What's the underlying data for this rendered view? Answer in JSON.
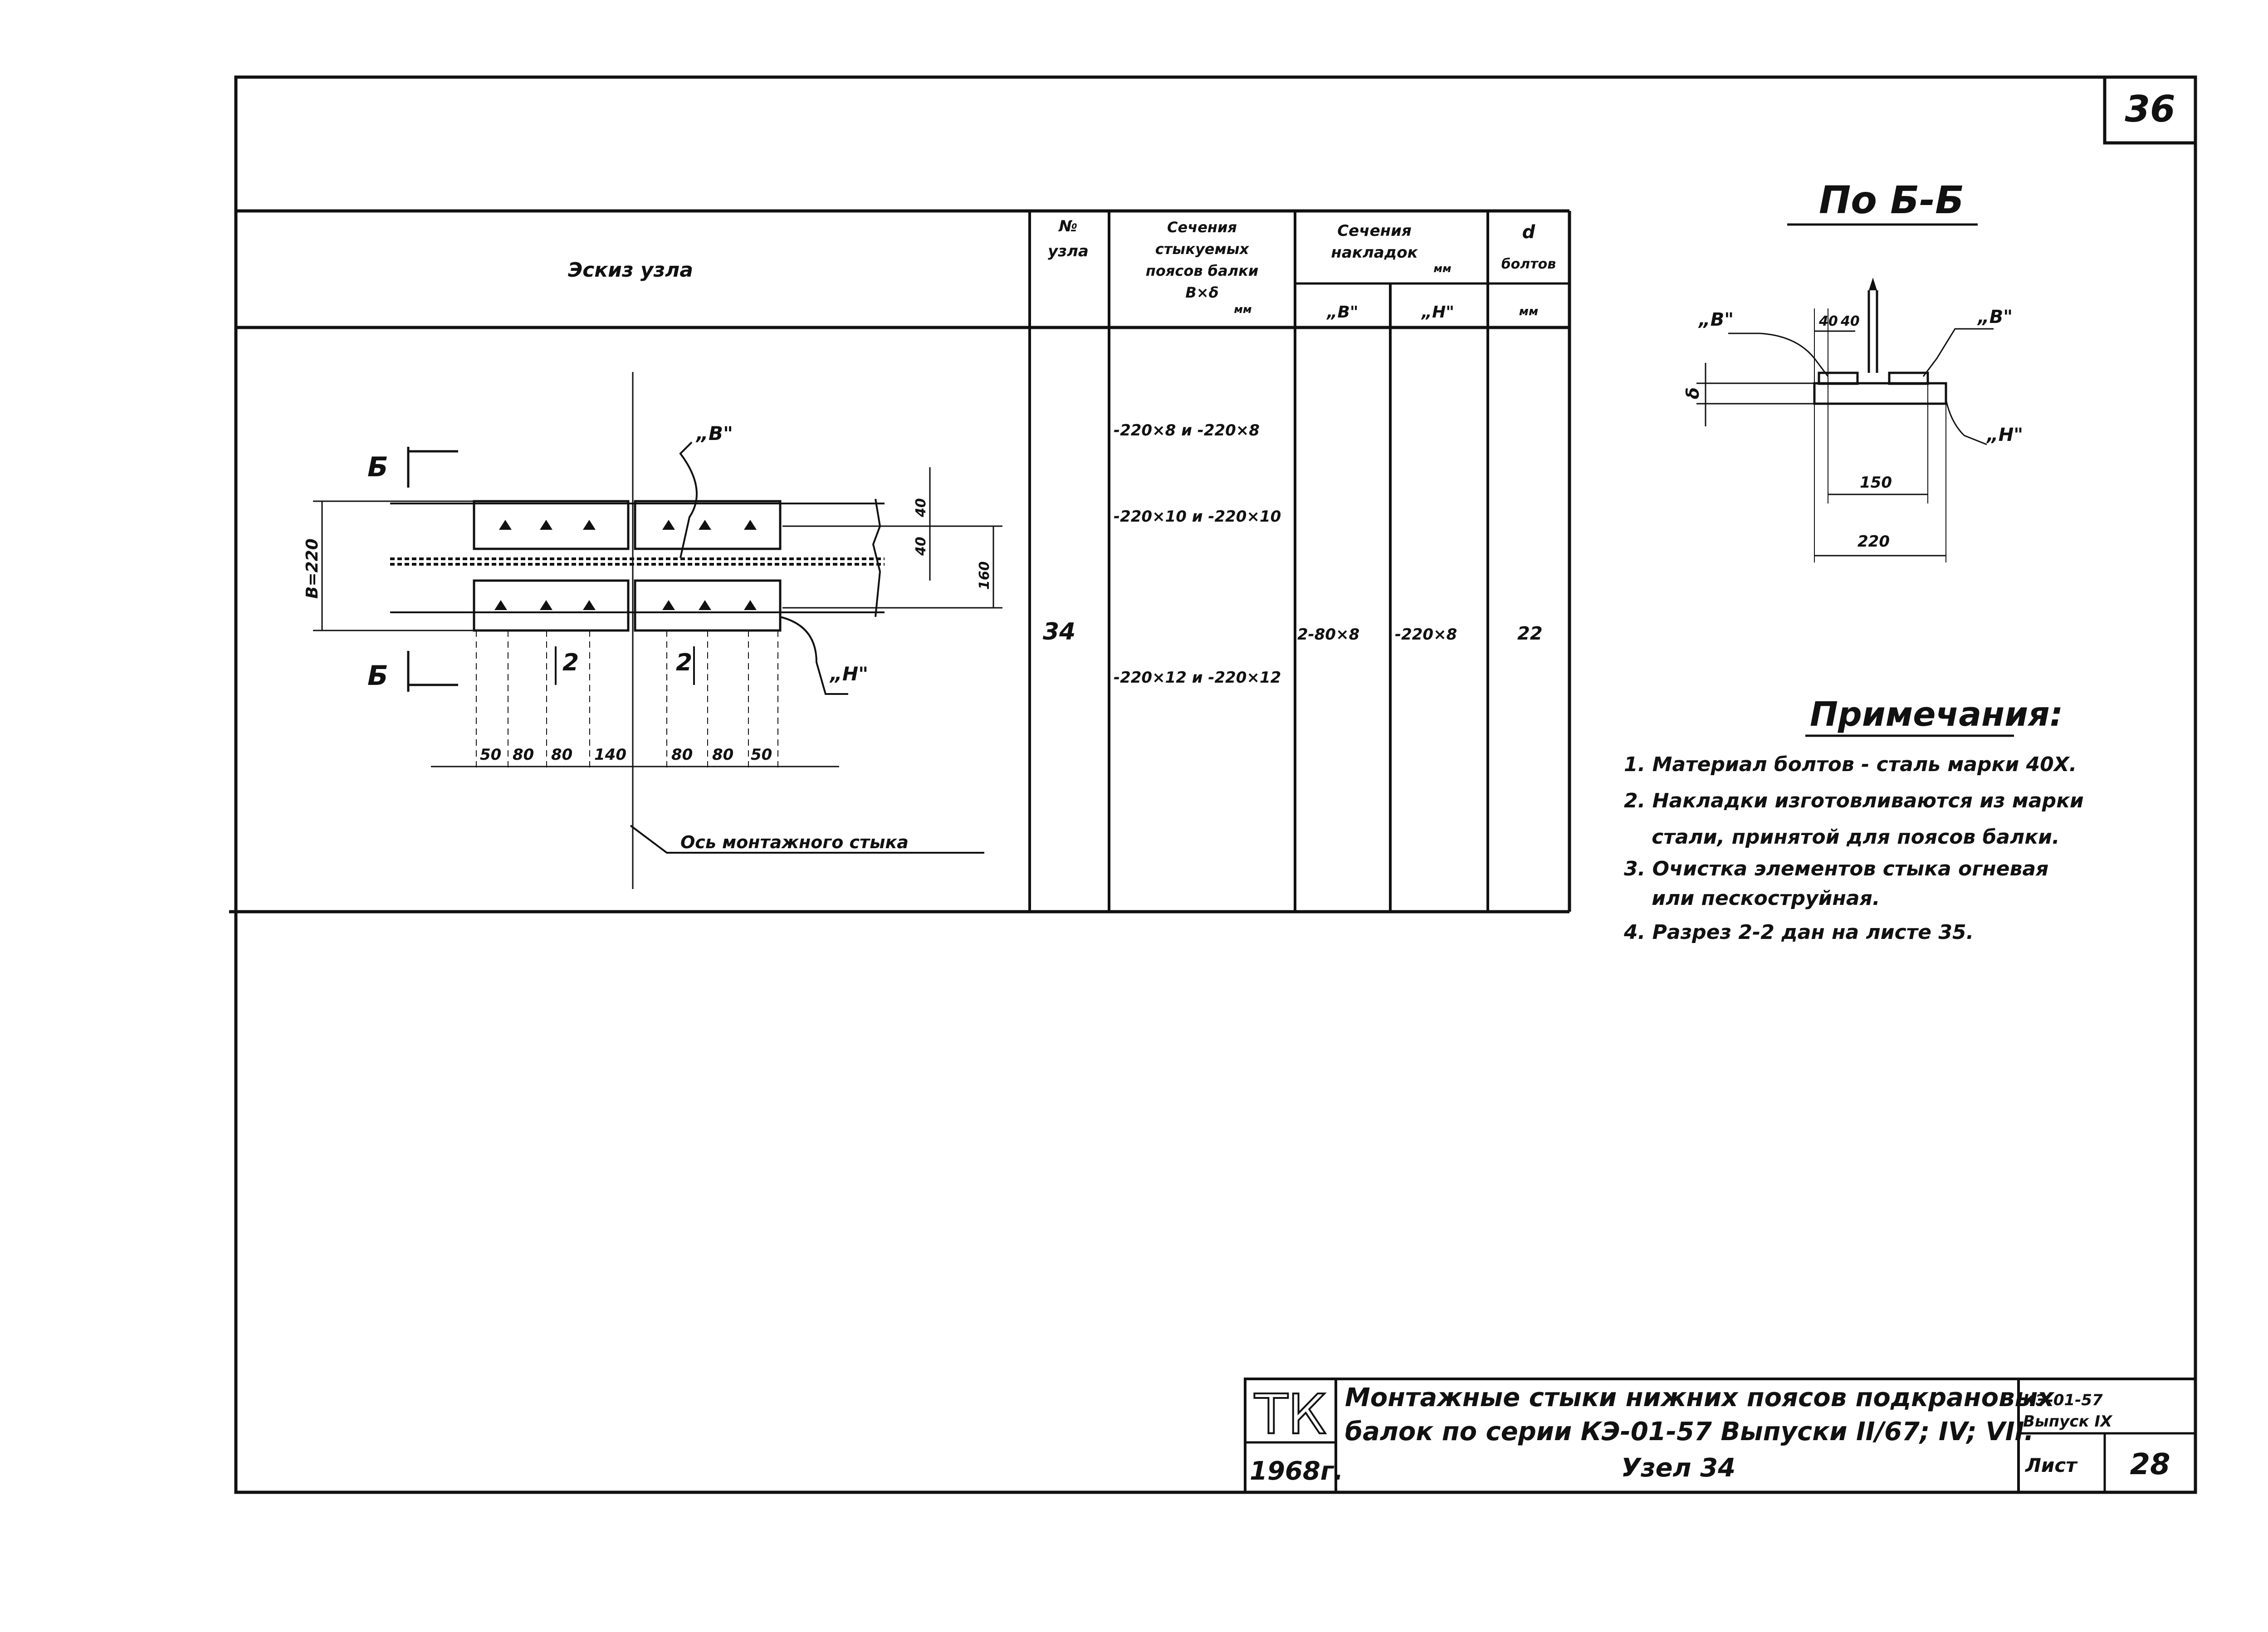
{
  "sheet": {
    "page_number": "36",
    "corner_note": "",
    "section_title": "По Б-Б"
  },
  "table": {
    "headers": {
      "sketch": "Эскиз узла",
      "node_no": [
        "№",
        "узла"
      ],
      "joint_sections": [
        "Сечения",
        "стыкуемых",
        "поясов балки",
        "В×δ",
        "мм"
      ],
      "plate_sections": [
        "Сечения",
        "накладок",
        "мм"
      ],
      "plate_b": "„В\"",
      "plate_h": "„Н\"",
      "bolt_d": [
        "d",
        "болтов",
        "мм"
      ]
    },
    "row": {
      "node_no": "34",
      "joint_sections": [
        "-220×8 и -220×8",
        "-220×10 и -220×10",
        "-220×12 и -220×12"
      ],
      "plate_b": "2-80×8",
      "plate_h": "-220×8",
      "bolt_d": "22"
    }
  },
  "sketch": {
    "label_b_top": "Б",
    "label_b_bottom": "Б",
    "plate_b_label": "„В\"",
    "plate_h_label": "„Н\"",
    "width_label": "В=220",
    "dim_40a": "40",
    "dim_40b": "40",
    "dim_160": "160",
    "section_2a": "2",
    "section_2b": "2",
    "bottom_dims": [
      "50",
      "80",
      "80",
      "140",
      "80",
      "80",
      "50"
    ],
    "axis_label": "Ось монтажного стыка"
  },
  "section_view": {
    "label_b_left": "„В\"",
    "label_b_right": "„В\"",
    "label_h": "„Н\"",
    "label_delta": "δ",
    "dim_top": [
      "40",
      "40"
    ],
    "dim_150": "150",
    "dim_220": "220"
  },
  "notes": {
    "title": "Примечания:",
    "items": [
      "1. Материал болтов - сталь марки 40Х.",
      "2. Накладки изготовливаются из марки",
      "    стали, принятой для поясов балки.",
      "3. Очистка элементов стыка огневая",
      "    или пескоструйная.",
      "4. Разрез 2-2 дан на листе 35."
    ]
  },
  "title_block": {
    "logo": "ТК",
    "year": "1968г.",
    "title_line1": "Монтажные стыки нижних поясов подкрановых",
    "title_line2": "балок по серии КЭ-01-57 Выпуски II/67; IV; VII.",
    "title_line3": "Узел 34",
    "series": "КЭ-01-57",
    "issue": "Выпуск IX",
    "sheet_label": "Лист",
    "sheet_no": "28"
  }
}
